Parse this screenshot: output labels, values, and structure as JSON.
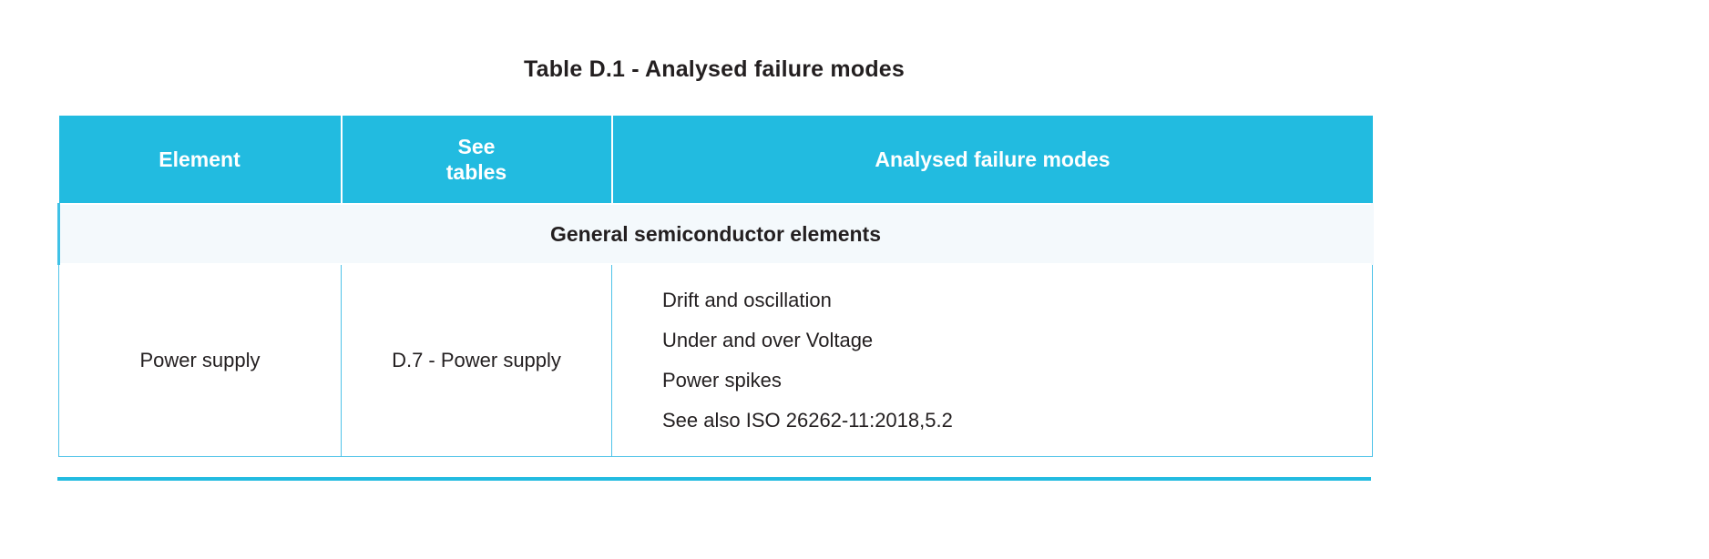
{
  "title": "Table D.1 - Analysed failure modes",
  "colors": {
    "header_background": "#22bbe0",
    "header_text": "#ffffff",
    "section_background": "#f4f9fc",
    "body_border": "#4fc3e8",
    "accent_rule": "#22bbe0",
    "text": "#231f20"
  },
  "table": {
    "columns": [
      {
        "id": "element",
        "label": "Element"
      },
      {
        "id": "see_tables",
        "label_line1": "See",
        "label_line2": "tables"
      },
      {
        "id": "analysed_failure_modes",
        "label": "Analysed failure modes"
      }
    ],
    "sections": [
      {
        "heading": "General semiconductor elements",
        "rows": [
          {
            "element": "Power supply",
            "see_tables": "D.7 - Power supply",
            "failure_modes": [
              "Drift and oscillation",
              "Under and over Voltage",
              "Power spikes",
              "See also ISO 26262-11:2018,5.2"
            ]
          }
        ]
      }
    ]
  }
}
